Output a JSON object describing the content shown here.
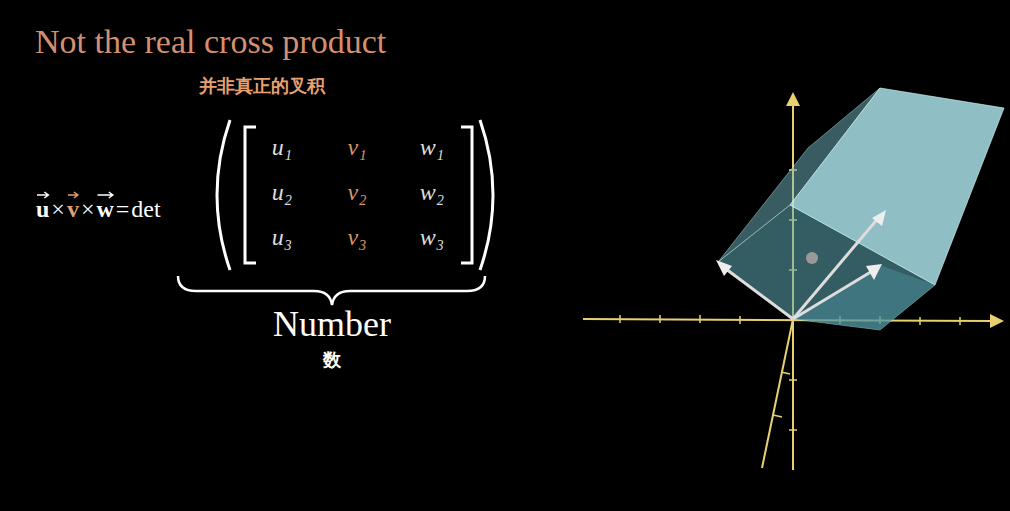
{
  "diagram": {
    "title": "Not the real cross product",
    "labels": [
      "并非真正的叉积",
      "u",
      "×",
      "v",
      "×",
      "w",
      "=",
      "det",
      "u₁",
      "v₁",
      "w₁",
      "u₂",
      "v₂",
      "w₂",
      "u₃",
      "v₃",
      "w₃",
      "Number",
      "数"
    ]
  }
}
